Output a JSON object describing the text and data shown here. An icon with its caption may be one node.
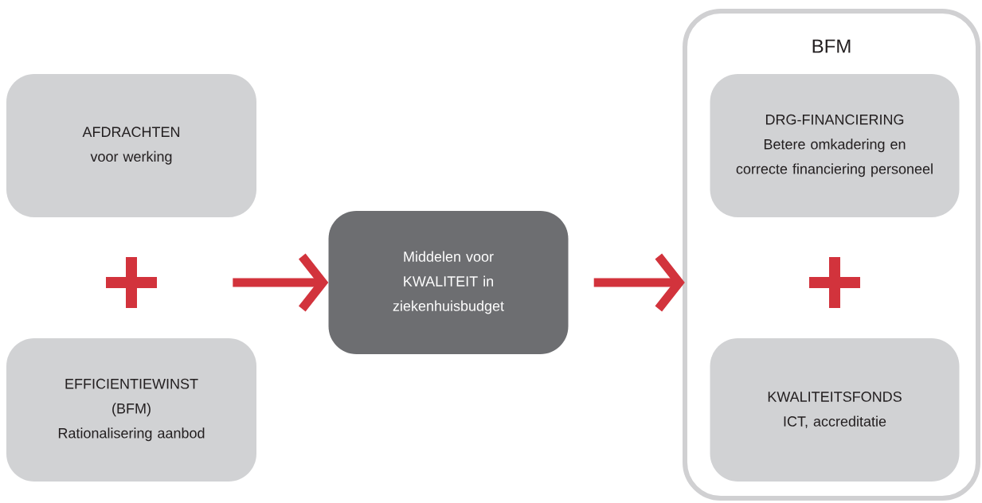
{
  "diagram": {
    "nodes": [
      {
        "text": [
          "AFDRACHTEN",
          "voor werking"
        ]
      },
      {
        "text": [
          "EFFICIENTIEWINST (BFM)",
          "Rationalisering aanbod"
        ]
      },
      {
        "text": [
          "Middelen voor KWALITEIT in ziekenhuisbudget"
        ]
      },
      {
        "text": [
          "BFM"
        ]
      },
      {
        "text": [
          "DRG-FINANCIERING",
          "Betere omkadering en correcte financiering personeel"
        ],
        "in": 3
      },
      {
        "text": [
          "KWALITEITSFONDS",
          "ICT, accreditatie"
        ],
        "in": 3
      }
    ],
    "edges": [
      {
        "from": null,
        "to": 2,
        "arrow": "to"
      },
      {
        "from": 2,
        "to": 3,
        "arrow": "to"
      }
    ]
  }
}
